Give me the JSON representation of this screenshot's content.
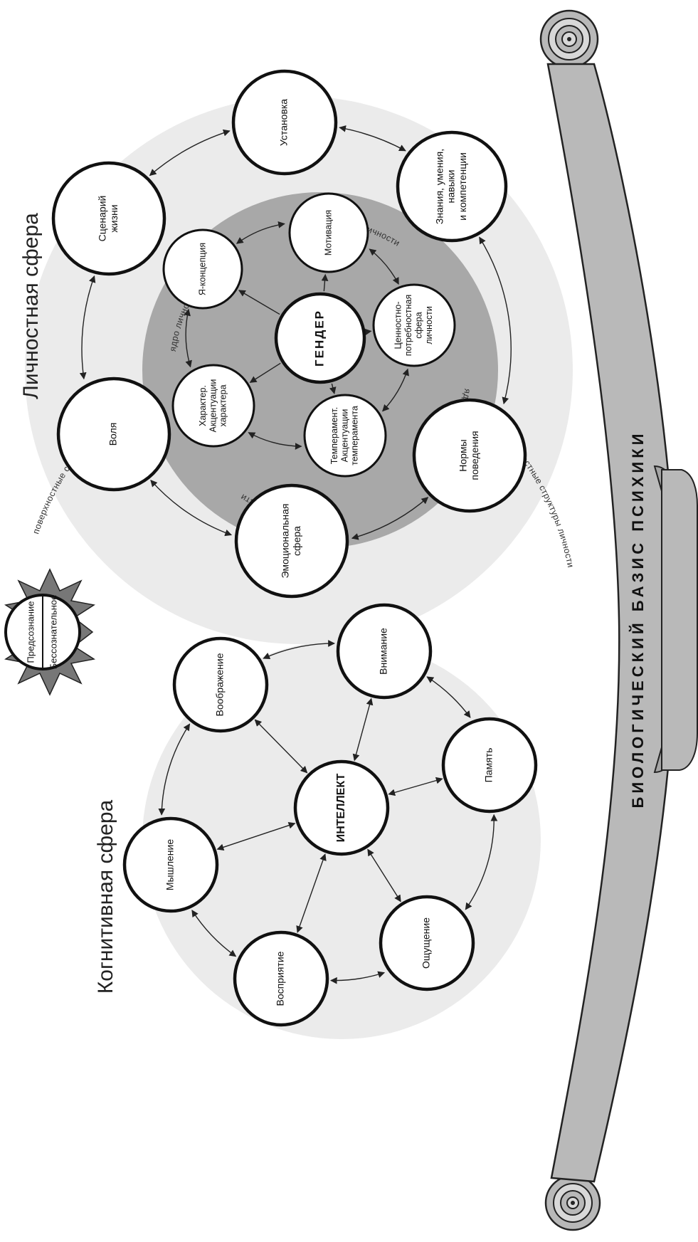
{
  "personal_sphere": {
    "title": "Личностная сфера",
    "outer_ring_text": "поверхностные структуры личности",
    "inner_ring_text": "ядро личности",
    "center": "ГЕНДЕР",
    "outer_nodes": [
      {
        "id": "ustanovka",
        "lines": [
          "Установка"
        ]
      },
      {
        "id": "znaniya",
        "lines": [
          "Знания, умения,",
          "навыки",
          "и компетенции"
        ]
      },
      {
        "id": "normy",
        "lines": [
          "Нормы",
          "поведения"
        ]
      },
      {
        "id": "emotsii",
        "lines": [
          "Эмоциональная",
          "сфера"
        ]
      },
      {
        "id": "volya",
        "lines": [
          "Воля"
        ]
      },
      {
        "id": "scenariy",
        "lines": [
          "Сценарий",
          "жизни"
        ]
      }
    ],
    "inner_nodes": [
      {
        "id": "motivatsiya",
        "lines": [
          "Мотивация"
        ]
      },
      {
        "id": "tsennostno",
        "lines": [
          "Ценностно-",
          "потребностная",
          "сфера",
          "личности"
        ]
      },
      {
        "id": "temperament",
        "lines": [
          "Темперамент.",
          "Акцентуации",
          "темперамента"
        ]
      },
      {
        "id": "kharakter",
        "lines": [
          "Характер.",
          "Акцентуации",
          "характера"
        ]
      },
      {
        "id": "ya_kontseptsiya",
        "lines": [
          "Я-концепция"
        ]
      }
    ]
  },
  "consciousness_badge": {
    "upper": "Предсознание",
    "lower": "Бессознательное"
  },
  "cognitive_sphere": {
    "title": "Когнитивная сфера",
    "center": "ИНТЕЛЛЕКТ",
    "nodes": [
      {
        "id": "vnimanie",
        "lines": [
          "Внимание"
        ]
      },
      {
        "id": "pamyat",
        "lines": [
          "Память"
        ]
      },
      {
        "id": "oshchushchenie",
        "lines": [
          "Ощущение"
        ]
      },
      {
        "id": "vospriyatie",
        "lines": [
          "Восприятие"
        ]
      },
      {
        "id": "myshlenie",
        "lines": [
          "Мышление"
        ]
      },
      {
        "id": "voobrazhenie",
        "lines": [
          "Воображение"
        ]
      }
    ]
  },
  "scroll": {
    "label": "БИОЛОГИЧЕСКИЙ БАЗИС ПСИХИКИ"
  }
}
